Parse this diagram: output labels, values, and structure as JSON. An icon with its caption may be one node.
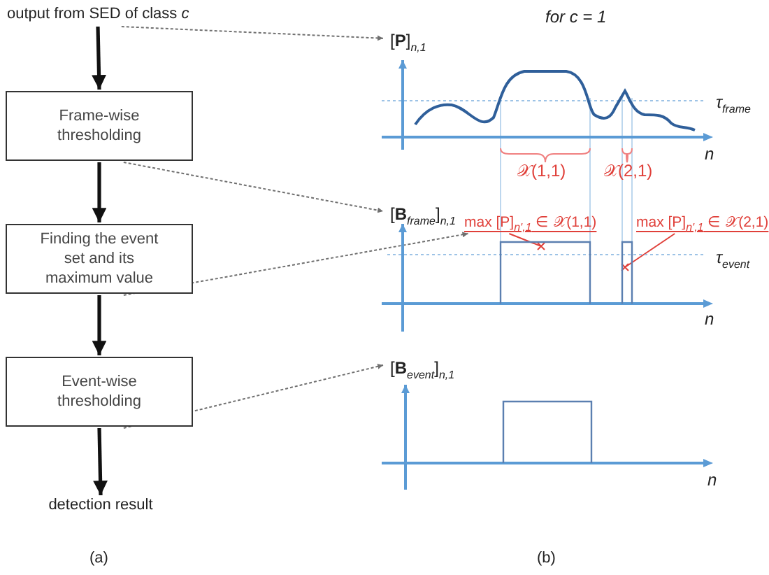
{
  "diagram": {
    "nodes": [
      {
        "text": [
          "output from SED of class *c*"
        ]
      },
      {
        "text": [
          "Frame-wise thresholding"
        ]
      },
      {
        "text": [
          "Finding the event set and its maximum value"
        ]
      },
      {
        "text": [
          "Event-wise thresholding"
        ]
      },
      {
        "text": [
          "detection result"
        ]
      },
      {
        "text": [
          "[**P**]$_{n,1}$"
        ]
      },
      {
        "text": [
          "[**B**$_{frame}$]$_{n,1}$"
        ]
      },
      {
        "text": [
          "max [P]$_{n',1}$ ∈ 𝒳(1,1)"
        ],
        "in": 6
      },
      {
        "text": [
          "max [P]$_{n',1}$ ∈ 𝒳(2,1)"
        ],
        "in": 6
      },
      {
        "text": [
          "[**B**$_{event}$]$_{n,1}$"
        ]
      }
    ],
    "edges": [
      {
        "from": 0,
        "to": 1,
        "arrow": "to",
        "style": "thick"
      },
      {
        "from": 1,
        "to": 2,
        "arrow": "to",
        "style": "thick"
      },
      {
        "from": 2,
        "to": 3,
        "arrow": "to",
        "style": "thick"
      },
      {
        "from": 3,
        "to": 4,
        "arrow": "to",
        "style": "thick"
      },
      {
        "from": 0,
        "to": 5,
        "arrow": "to",
        "style": "dashed",
        "color": "#707070"
      },
      {
        "from": 1,
        "to": 6,
        "arrow": "to",
        "style": "dashed",
        "color": "#707070"
      },
      {
        "from": 2,
        "to": 7,
        "arrow": "to",
        "style": "dashed",
        "color": "#707070"
      },
      {
        "from": 3,
        "to": 9,
        "arrow": "to",
        "style": "dashed",
        "color": "#707070"
      },
      {
        "from": 7,
        "to": null,
        "arrow": "none",
        "color": "#e0403a"
      },
      {
        "from": 8,
        "to": null,
        "arrow": "none",
        "color": "#e0403a"
      }
    ],
    "labels": [
      "for c = 1",
      "τ$_{frame}$",
      "n",
      "𝒳(1,1)",
      "𝒳(2,1)",
      "τ$_{event}$",
      "n",
      "n",
      "(a)",
      "(b)"
    ]
  }
}
